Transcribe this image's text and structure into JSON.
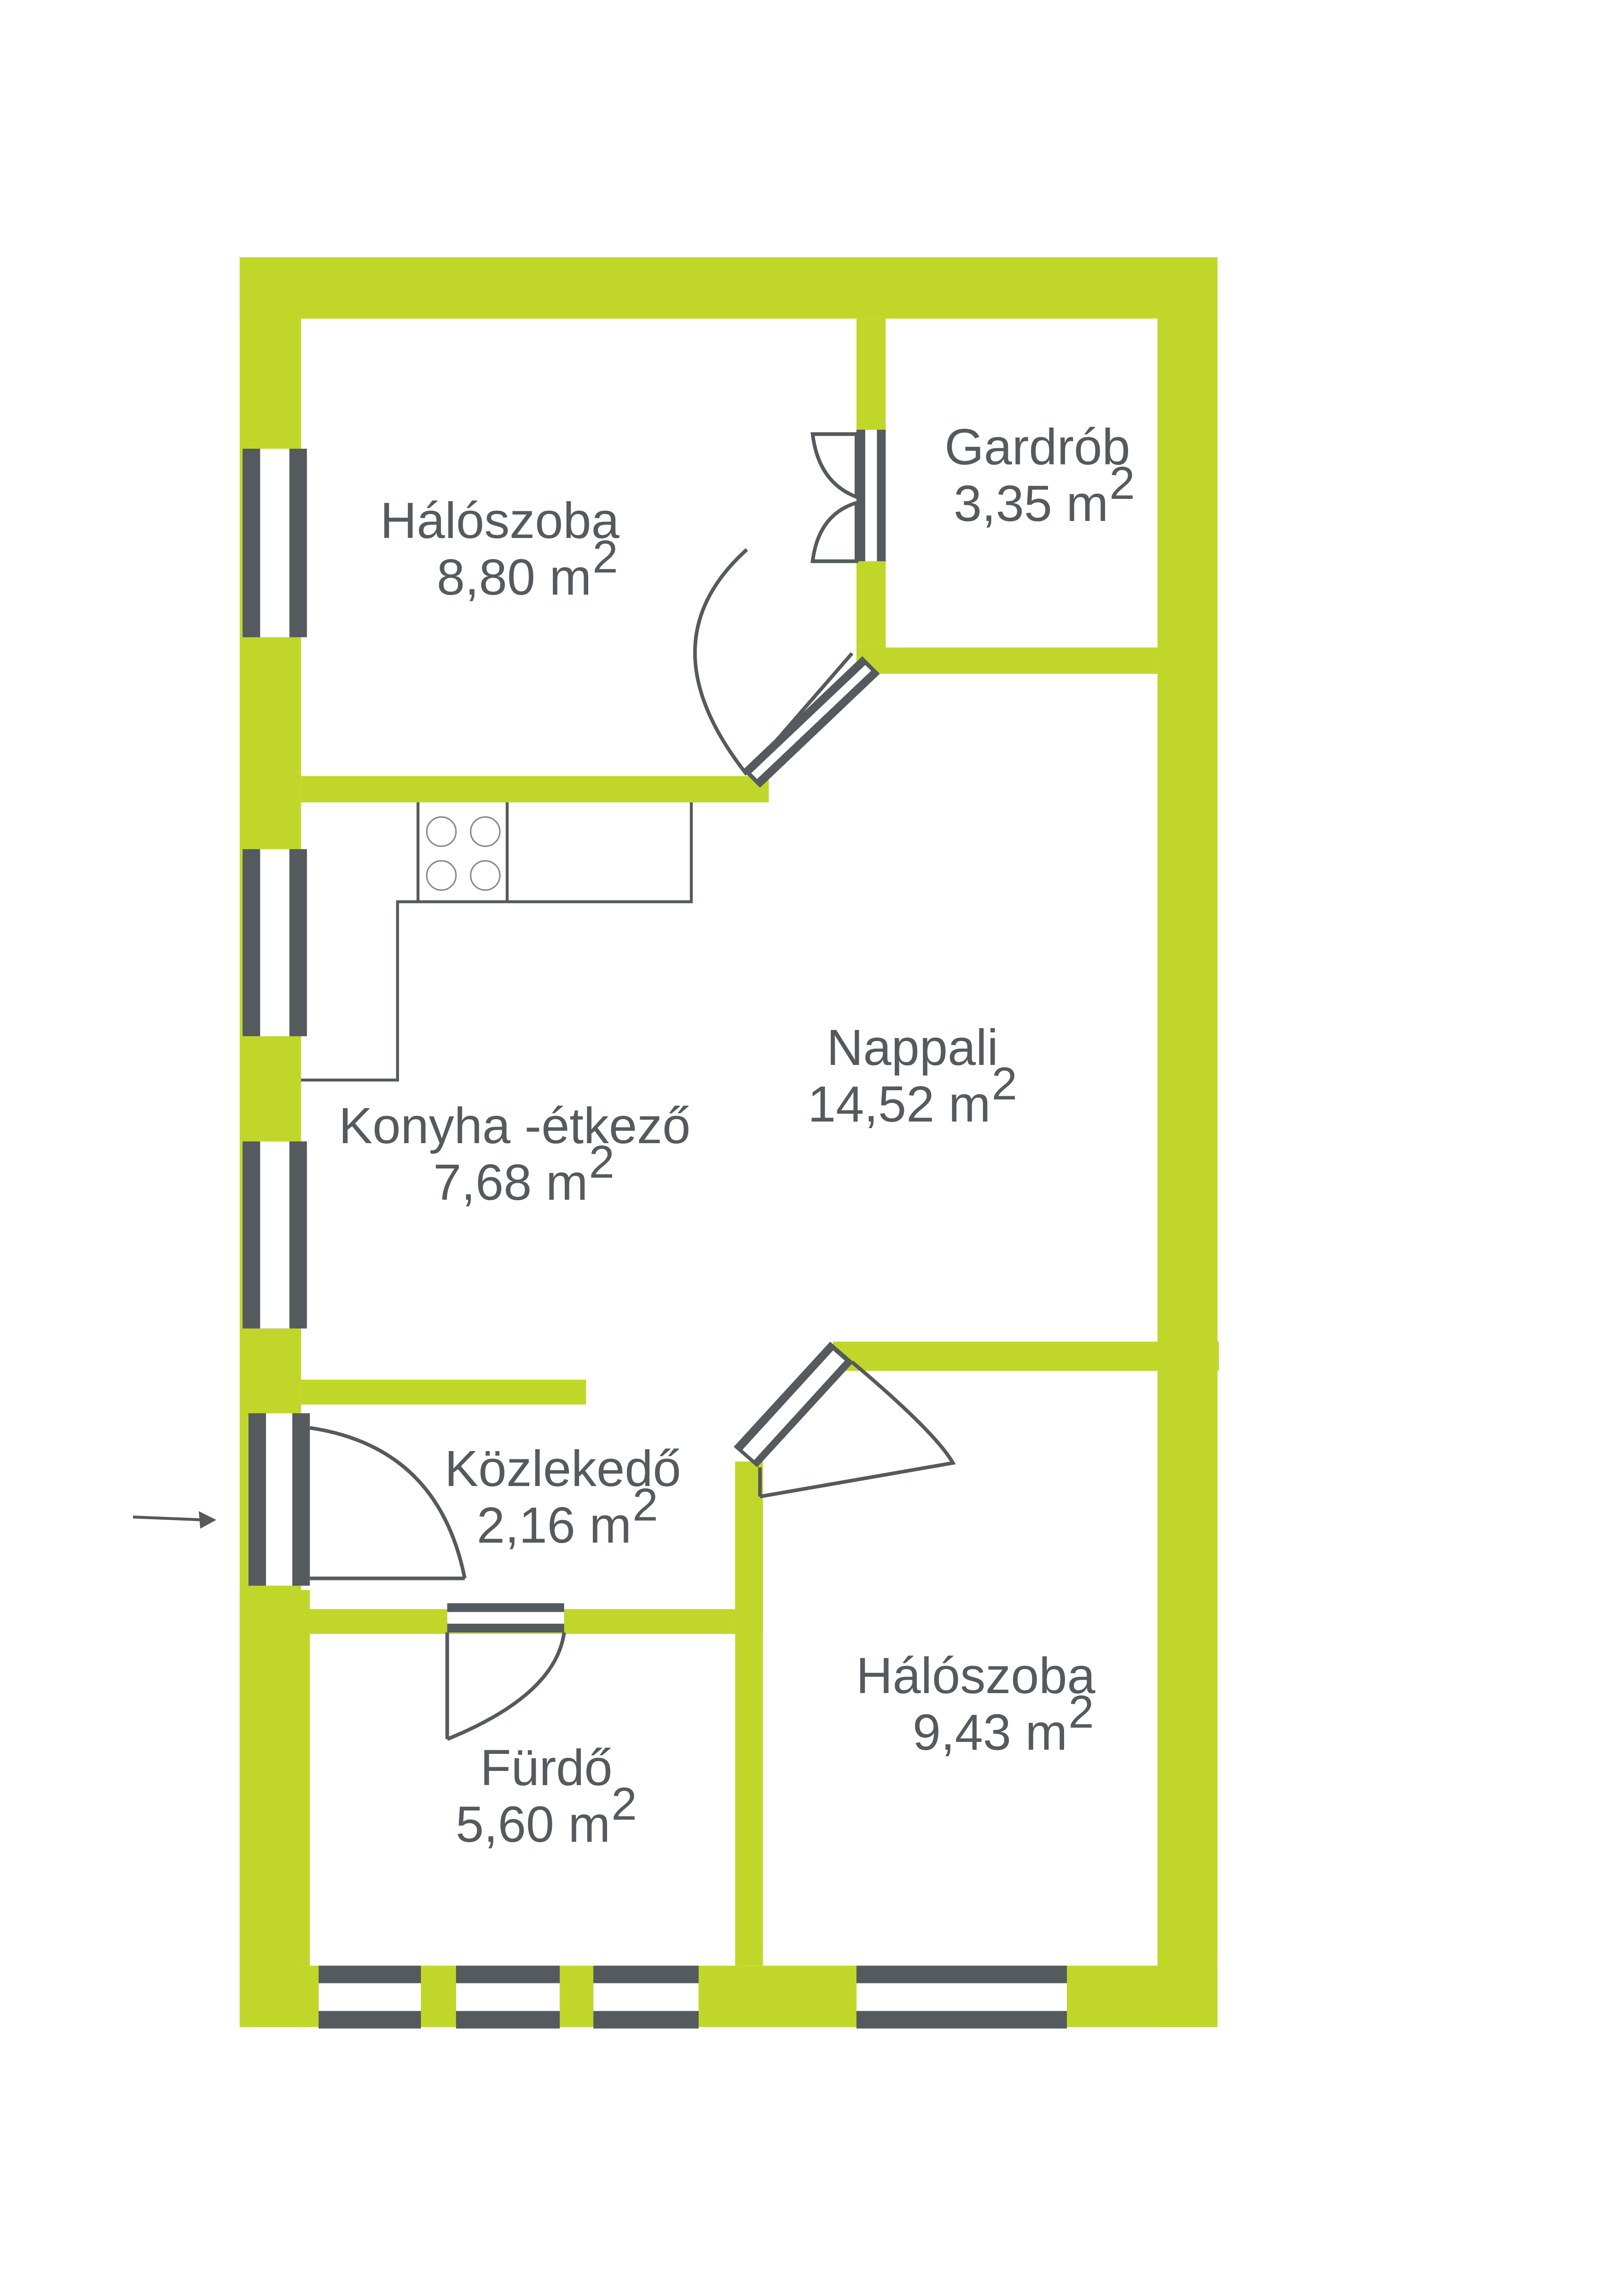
{
  "colors": {
    "wall": "#c0d72a",
    "window": "#555a5e",
    "line": "#555a5e",
    "background": "#ffffff",
    "label": "#555a5e"
  },
  "unit": {
    "base": "m",
    "exponent": "2"
  },
  "rooms": [
    {
      "id": "bedroom-1",
      "name": "Hálószoba",
      "area": "8,80"
    },
    {
      "id": "wardrobe",
      "name": "Gardrób",
      "area": "3,35"
    },
    {
      "id": "kitchen-dining",
      "name": "Konyha -étkező",
      "area": "7,68"
    },
    {
      "id": "living-room",
      "name": "Nappali",
      "area": "14,52"
    },
    {
      "id": "hallway",
      "name": "Közlekedő",
      "area": "2,16"
    },
    {
      "id": "bathroom",
      "name": "Fürdő",
      "area": "5,60"
    },
    {
      "id": "bedroom-2",
      "name": "Hálószoba",
      "area": "9,43"
    }
  ],
  "icons": {
    "entrance": "entrance-arrow-icon",
    "stove": "stove-burners-icon",
    "door": "door-swing-icon",
    "window": "window-icon"
  }
}
